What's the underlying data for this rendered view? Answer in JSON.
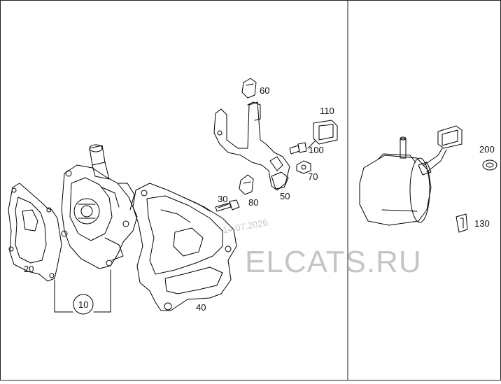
{
  "diagram": {
    "callouts": {
      "c10": "10",
      "c20": "20",
      "c30": "30",
      "c40": "40",
      "c50": "50",
      "c60": "60",
      "c70": "70",
      "c80": "80",
      "c100": "100",
      "c110": "110",
      "c130": "130",
      "c200": "200"
    },
    "watermark": {
      "text": "ELCATS.RU",
      "date": "14.07.2026"
    }
  },
  "colors": {
    "line": "#000000",
    "frame": "#222222",
    "watermark": "#999999"
  }
}
